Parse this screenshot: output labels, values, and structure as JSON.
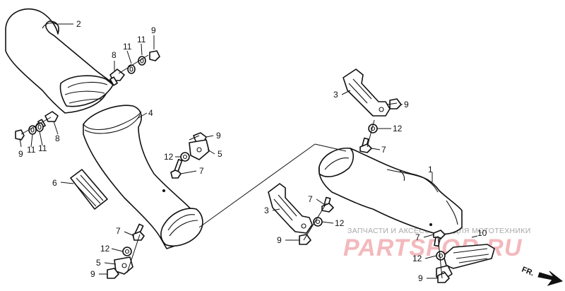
{
  "callouts": [
    {
      "id": "c2",
      "text": "2"
    },
    {
      "id": "c4",
      "text": "4"
    },
    {
      "id": "c6",
      "text": "6"
    },
    {
      "id": "c1",
      "text": "1"
    },
    {
      "id": "c10",
      "text": "10"
    },
    {
      "id": "c8a",
      "text": "8"
    },
    {
      "id": "c11a",
      "text": "11"
    },
    {
      "id": "c11b",
      "text": "11"
    },
    {
      "id": "c9a",
      "text": "9"
    },
    {
      "id": "c8b",
      "text": "8"
    },
    {
      "id": "c9b",
      "text": "9"
    },
    {
      "id": "c11c",
      "text": "11"
    },
    {
      "id": "c11d",
      "text": "11"
    },
    {
      "id": "c9c",
      "text": "9"
    },
    {
      "id": "c12a",
      "text": "12"
    },
    {
      "id": "c5a",
      "text": "5"
    },
    {
      "id": "c7a",
      "text": "7"
    },
    {
      "id": "c7b",
      "text": "7"
    },
    {
      "id": "c12b",
      "text": "12"
    },
    {
      "id": "c5b",
      "text": "5"
    },
    {
      "id": "c9d",
      "text": "9"
    },
    {
      "id": "c3a",
      "text": "3"
    },
    {
      "id": "c9e",
      "text": "9"
    },
    {
      "id": "c12c",
      "text": "12"
    },
    {
      "id": "c7c",
      "text": "7"
    },
    {
      "id": "c3b",
      "text": "3"
    },
    {
      "id": "c7d",
      "text": "7"
    },
    {
      "id": "c12d",
      "text": "12"
    },
    {
      "id": "c9f",
      "text": "9"
    },
    {
      "id": "c7e",
      "text": "7"
    },
    {
      "id": "c12e",
      "text": "12"
    },
    {
      "id": "c9g",
      "text": "9"
    }
  ],
  "watermark": {
    "caption": "ЗАПЧАСТИ И АКСЕССУАРЫ ДЛЯ МОТОТЕХНИКИ",
    "site": "PARTSFOR.RU"
  },
  "front_marker": "FR.",
  "colors": {
    "line": "#111111",
    "watermark_red": "#f3b9bd",
    "watermark_grey": "#a9a9a9"
  }
}
